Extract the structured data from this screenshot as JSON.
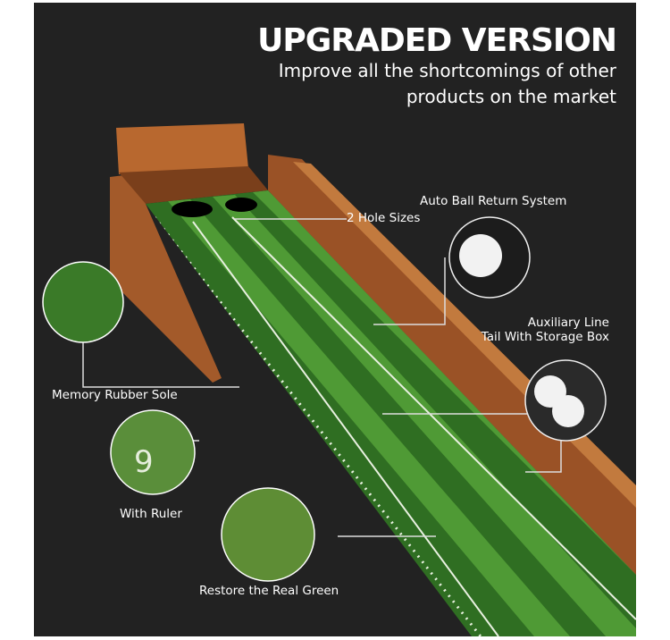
{
  "headline": "UPGRADED VERSION",
  "subheadline_line1": "Improve all the shortcomings of other",
  "subheadline_line2": "products on the market",
  "callouts": {
    "hole_sizes": "2 Hole Sizes",
    "auto_return": "Auto Ball Return System",
    "aux_line_1": "Auxiliary Line",
    "aux_line_2": "Tail With Storage Box",
    "rubber_sole": "Memory Rubber Sole",
    "ruler": "With Ruler",
    "real_green": "Restore the Real Green"
  },
  "colors": {
    "background": "#222222",
    "turf_dark": "#2f6e22",
    "turf_light": "#4f9a35",
    "wood": "#a35a2a"
  }
}
